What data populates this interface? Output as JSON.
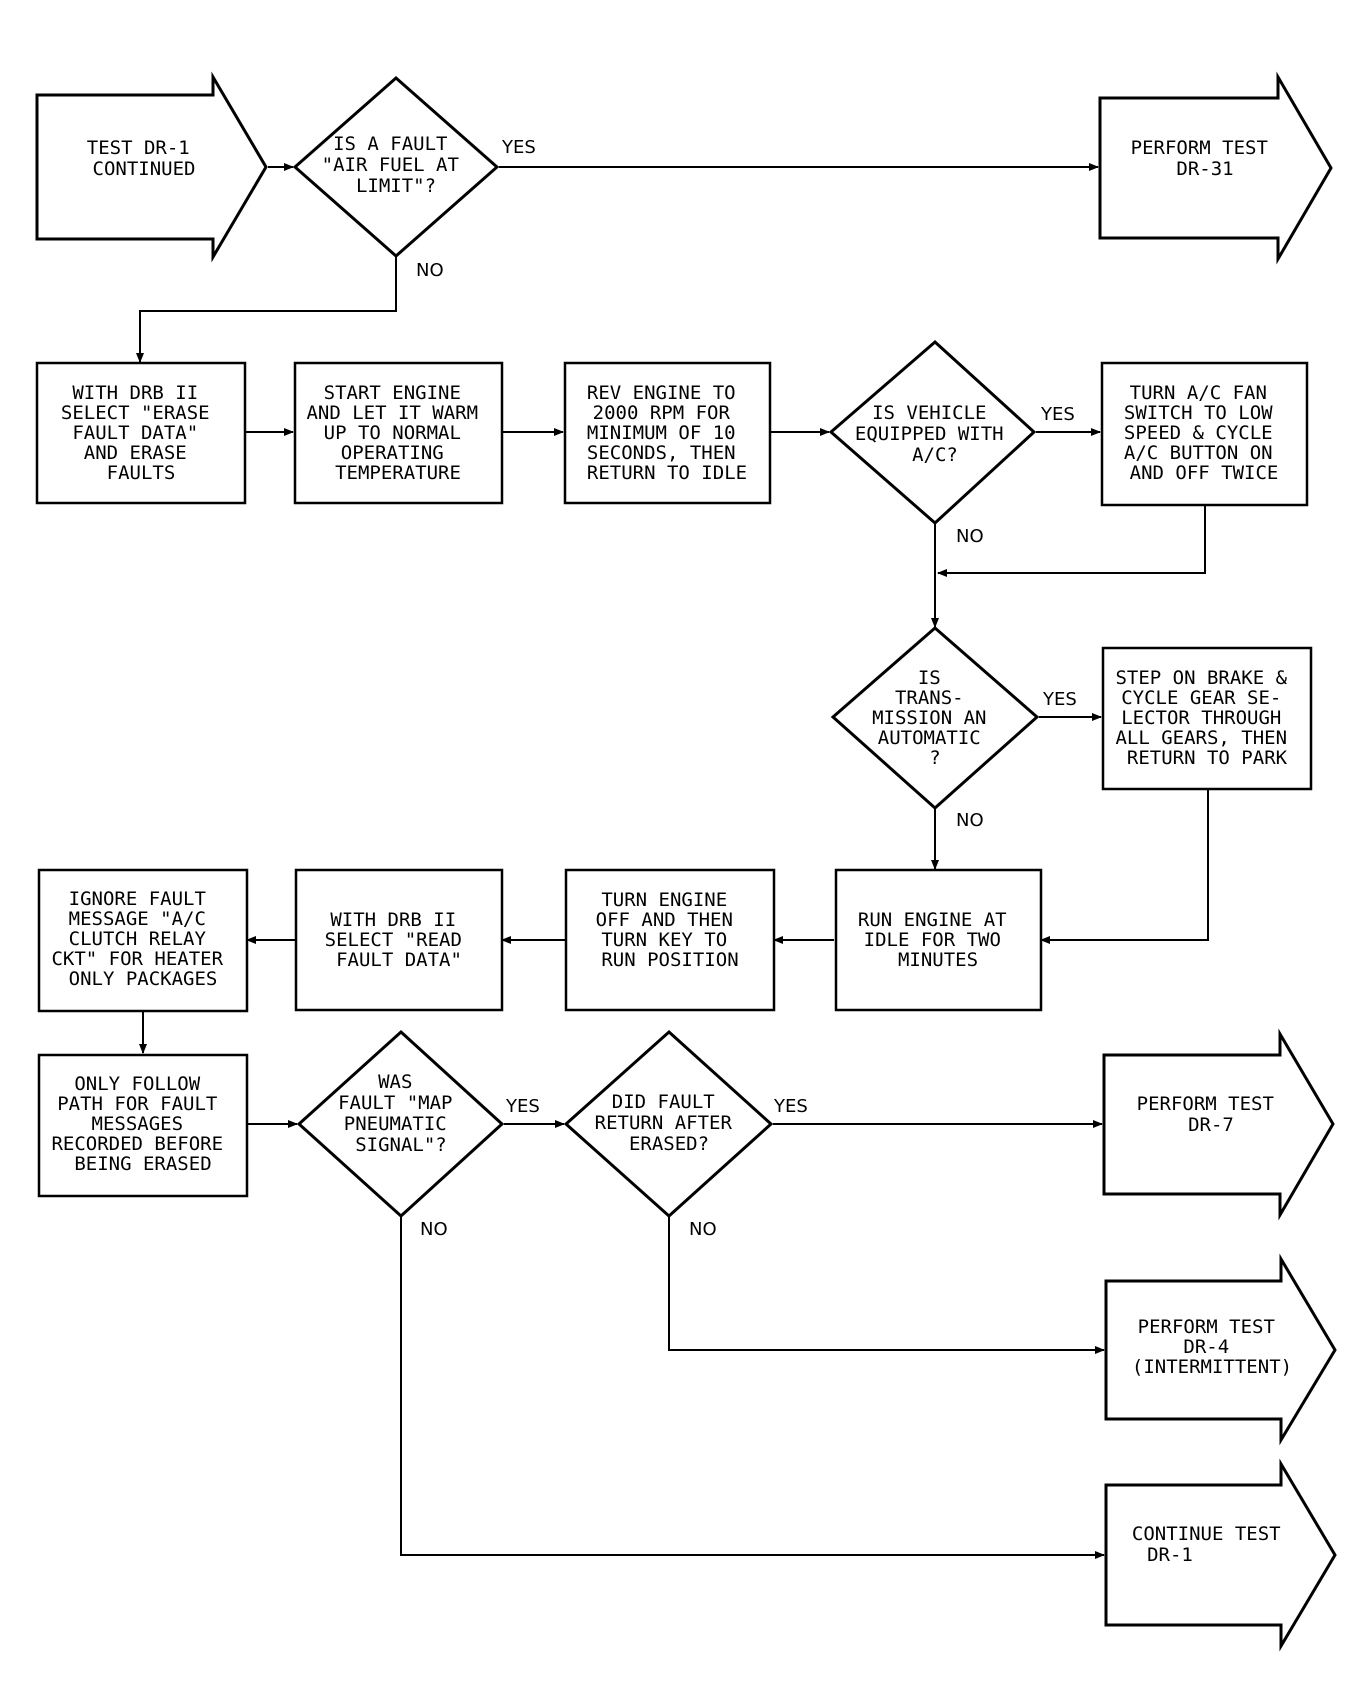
{
  "flowchart": {
    "start": [
      "TEST DR-1",
      "CONTINUED"
    ],
    "q_air_fuel": [
      "IS A FAULT",
      "\"AIR FUEL AT",
      "LIMIT\"?"
    ],
    "end_dr31": [
      "PERFORM TEST",
      "DR-31"
    ],
    "step_erase": [
      "WITH DRB II",
      "SELECT \"ERASE",
      "FAULT DATA\"",
      "AND ERASE",
      "FAULTS"
    ],
    "step_start_engine": [
      "START ENGINE",
      "AND LET IT WARM",
      "UP TO NORMAL",
      "OPERATING",
      "TEMPERATURE"
    ],
    "step_rev_engine": [
      "REV ENGINE TO",
      "2000 RPM FOR",
      "MINIMUM OF 10",
      "SECONDS, THEN",
      "RETURN TO IDLE"
    ],
    "q_ac": [
      "IS VEHICLE",
      "EQUIPPED WITH",
      "A/C?"
    ],
    "step_ac_fan": [
      "TURN A/C FAN",
      "SWITCH TO LOW",
      "SPEED & CYCLE",
      "A/C BUTTON ON",
      "AND OFF TWICE"
    ],
    "q_automatic": [
      "IS",
      "TRANS-",
      "MISSION AN",
      "AUTOMATIC",
      "?"
    ],
    "step_brake": [
      "STEP ON BRAKE &",
      "CYCLE GEAR SE-",
      "LECTOR THROUGH",
      "ALL GEARS, THEN",
      "RETURN TO PARK"
    ],
    "step_idle": [
      "RUN ENGINE AT",
      "IDLE FOR TWO",
      "MINUTES"
    ],
    "step_engine_off": [
      "TURN ENGINE",
      "OFF AND THEN",
      "TURN KEY TO",
      "RUN POSITION"
    ],
    "step_read": [
      "WITH DRB II",
      "SELECT \"READ",
      "FAULT DATA\""
    ],
    "step_ignore": [
      "IGNORE FAULT",
      "MESSAGE \"A/C",
      "CLUTCH RELAY",
      "CKT\" FOR HEATER",
      "ONLY PACKAGES"
    ],
    "step_only_follow": [
      "ONLY FOLLOW",
      "PATH FOR FAULT",
      "MESSAGES",
      "RECORDED BEFORE",
      "BEING ERASED"
    ],
    "q_map": [
      "WAS",
      "FAULT \"MAP",
      "PNEUMATIC",
      "SIGNAL\"?"
    ],
    "q_return": [
      "DID FAULT",
      "RETURN AFTER",
      "ERASED?"
    ],
    "end_dr7": [
      "PERFORM TEST",
      "DR-7"
    ],
    "end_dr4": [
      "PERFORM TEST",
      "DR-4",
      "(INTERMITTENT)"
    ],
    "end_continue": [
      "CONTINUE TEST",
      "DR-1"
    ]
  },
  "labels": {
    "yes": "YES",
    "no": "NO"
  }
}
